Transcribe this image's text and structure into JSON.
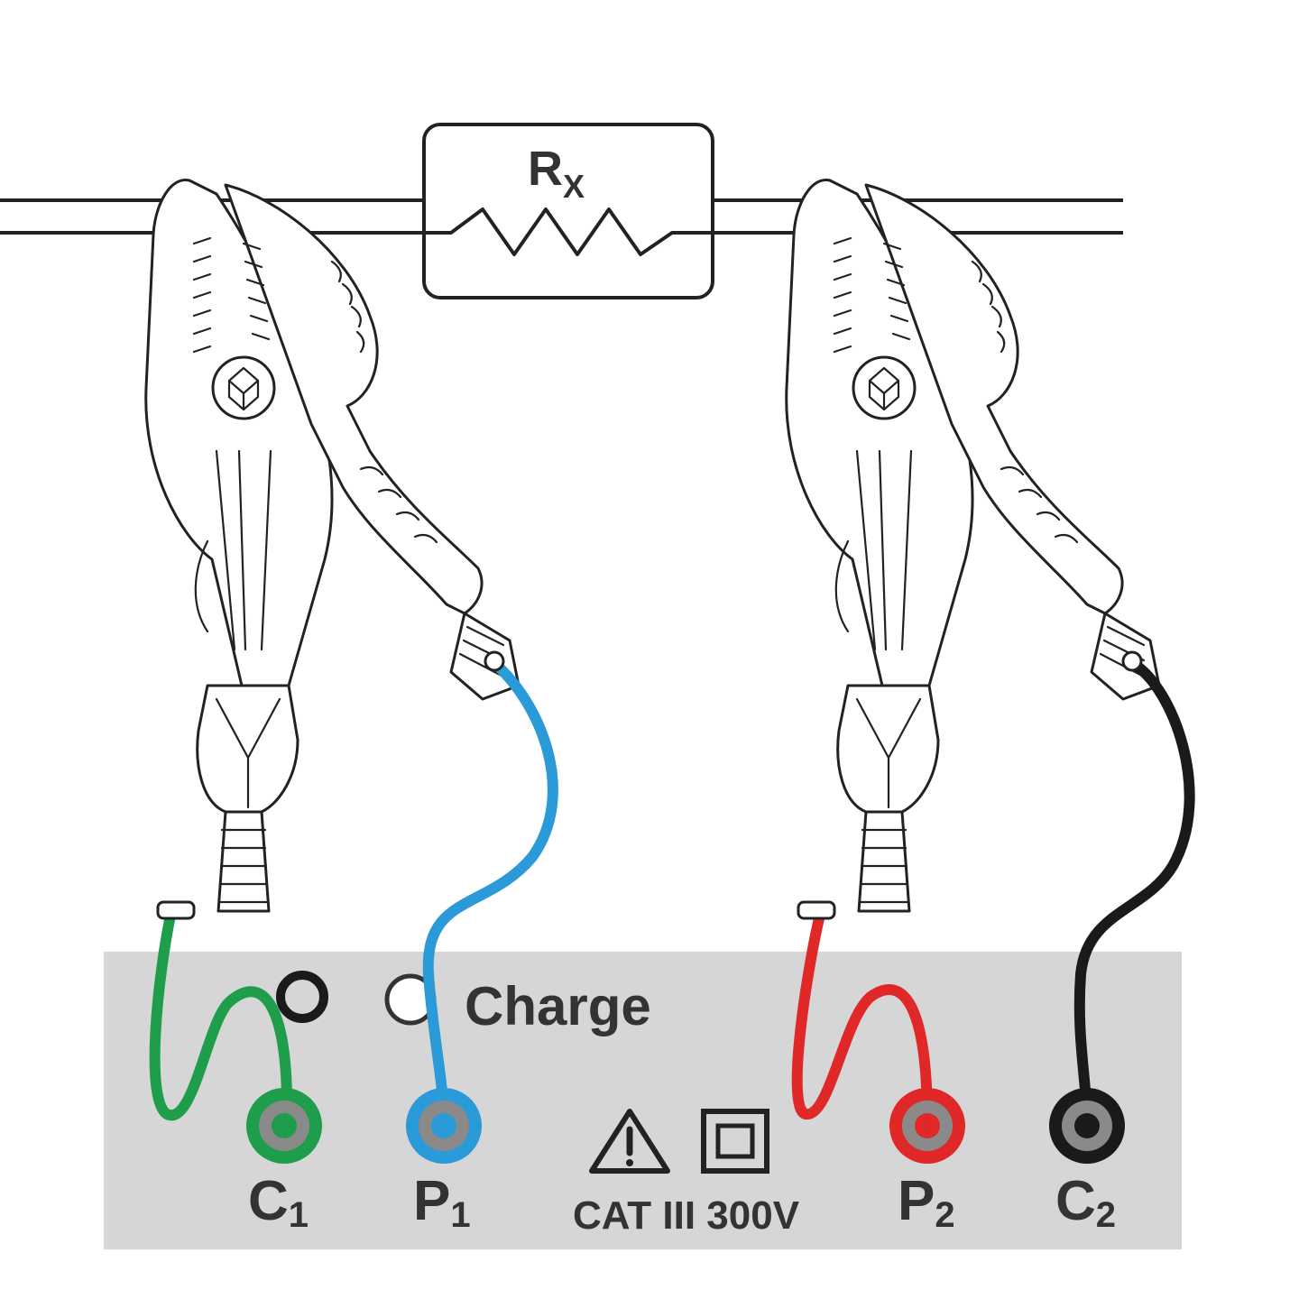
{
  "colors": {
    "panel": "#d6d6d6",
    "label": "#333333",
    "c1_lead": "#1e9e4a",
    "p1_lead": "#2a9ad8",
    "p2_lead": "#e02828",
    "c2_lead": "#1a1a1a",
    "outline": "#222222"
  },
  "resistor": {
    "label_main": "R",
    "label_sub": "X"
  },
  "panel": {
    "charge_label": "Charge",
    "rating_label": "CAT III 300V",
    "warning_icon": "warning-triangle-icon",
    "insulation_icon": "double-insulation-icon"
  },
  "terminals": [
    {
      "main": "C",
      "sub": "1"
    },
    {
      "main": "P",
      "sub": "1"
    },
    {
      "main": "P",
      "sub": "2"
    },
    {
      "main": "C",
      "sub": "2"
    }
  ]
}
